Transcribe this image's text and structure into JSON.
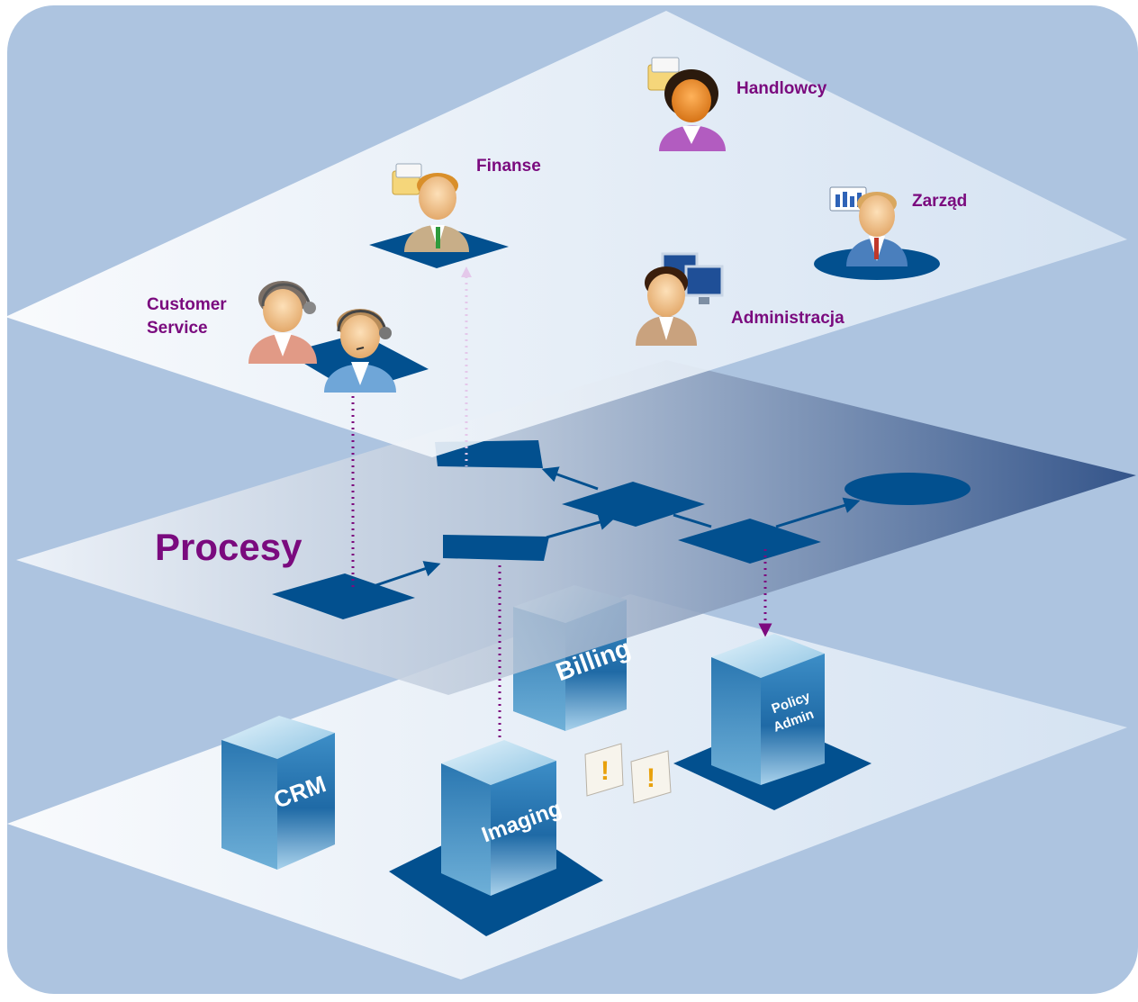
{
  "roles": {
    "handlowcy": "Handlowcy",
    "finanse": "Finanse",
    "zarzad": "Zarząd",
    "customer_service": "Customer\nService",
    "administracja": "Administracja"
  },
  "layers": {
    "process_title": "Procesy"
  },
  "systems": {
    "billing": "Billing",
    "policy_admin_line1": "Policy",
    "policy_admin_line2": "Admin",
    "crm": "CRM",
    "imaging": "Imaging"
  },
  "alerts": {
    "symbol": "!"
  },
  "colors": {
    "background": "#adc4e0",
    "plane": "#e4eef8",
    "shape_dark": "#02508f",
    "connector": "#7d0a7e",
    "label": "#7a0a7e"
  }
}
